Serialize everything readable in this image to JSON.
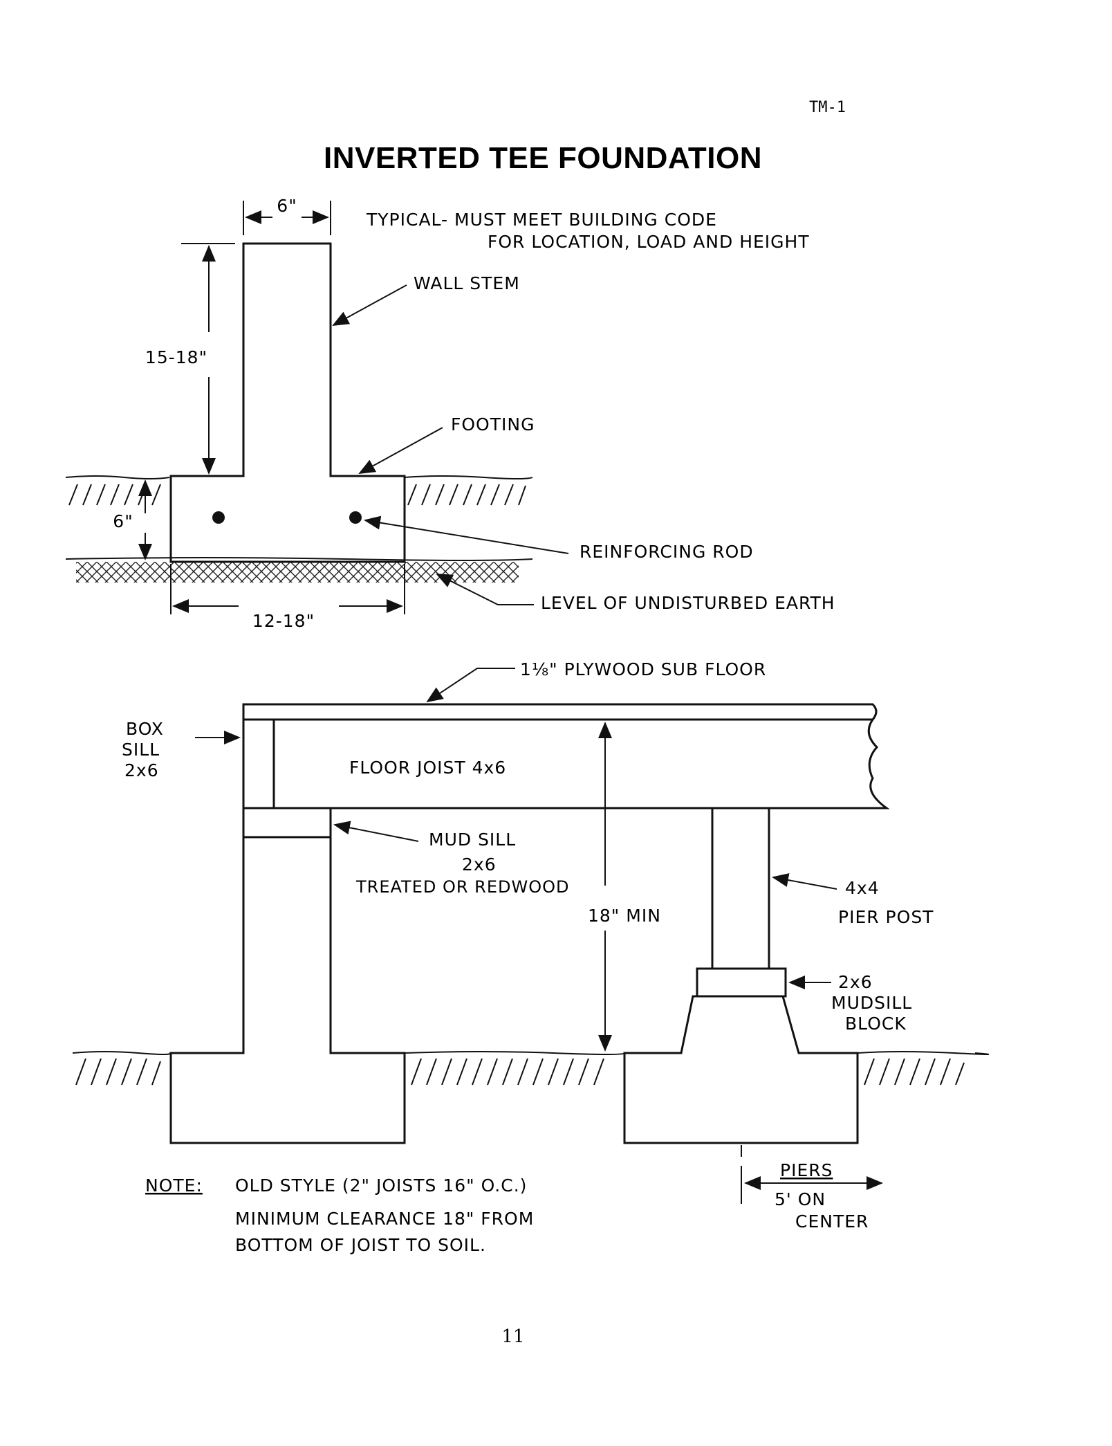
{
  "page": {
    "code": "TM-1",
    "title": "INVERTED TEE FOUNDATION",
    "page_number": "11"
  },
  "top_detail": {
    "stem_width_dim": "6\"",
    "stem_height_dim": "15-18\"",
    "footing_height_dim": "6\"",
    "footing_width_dim": "12-18\"",
    "note_line1": "TYPICAL- MUST MEET BUILDING CODE",
    "note_line2": "FOR LOCATION, LOAD AND HEIGHT",
    "wall_stem_label": "WALL STEM",
    "footing_label": "FOOTING",
    "rod_label": "REINFORCING ROD",
    "earth_label": "LEVEL OF UNDISTURBED EARTH"
  },
  "bottom_detail": {
    "subfloor_label": "1⅛\" PLYWOOD SUB FLOOR",
    "box_sill_label": [
      "BOX",
      "SILL",
      "2x6"
    ],
    "joist_label": "FLOOR JOIST 4x6",
    "mud_sill_label": [
      "MUD SILL",
      "2x6",
      "TREATED OR REDWOOD"
    ],
    "clearance_label": "18\" MIN",
    "pier_post_label": [
      "4x4",
      "PIER POST"
    ],
    "mudsill_block_label": [
      "2x6",
      "MUDSILL",
      "BLOCK"
    ],
    "piers_label": [
      "PIERS",
      "5' ON",
      "CENTER"
    ]
  },
  "note": {
    "heading": "NOTE:",
    "lines": [
      "OLD STYLE (2\" JOISTS 16\" O.C.)",
      "MINIMUM CLEARANCE 18\" FROM",
      "BOTTOM OF JOIST TO SOIL."
    ]
  }
}
